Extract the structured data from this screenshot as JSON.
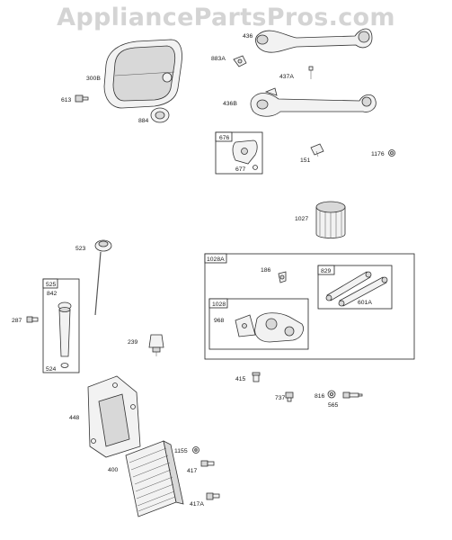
{
  "watermark": "AppliancePartsPros.com",
  "labels": {
    "p436": "436",
    "p883A": "883A",
    "p437A": "437A",
    "p300B": "300B",
    "p613": "613",
    "p884": "884",
    "p436B": "436B",
    "p676": "676",
    "p677": "677",
    "p151": "151",
    "p1176": "1176",
    "p1027": "1027",
    "p523": "523",
    "p1028A": "1028A",
    "p186": "186",
    "p829": "829",
    "p601A": "601A",
    "p525": "525",
    "p842": "842",
    "p287": "287",
    "p524": "524",
    "p1028": "1028",
    "p968": "968",
    "p239": "239",
    "p415": "415",
    "p737": "737",
    "p816": "816",
    "p565": "565",
    "p448": "448",
    "p1155": "1155",
    "p400": "400",
    "p417": "417",
    "p417A": "417A"
  }
}
